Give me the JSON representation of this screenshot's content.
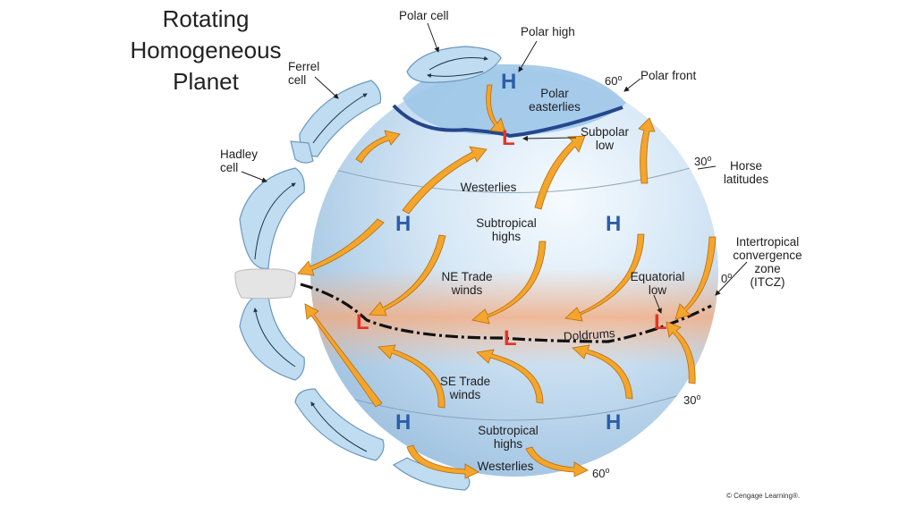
{
  "title": {
    "line1": "Rotating",
    "line2": "Homogeneous",
    "line3": "Planet"
  },
  "labels": {
    "polar_cell": "Polar cell",
    "polar_high": "Polar high",
    "polar_front": "Polar front",
    "ferrel_cell": [
      "Ferrel",
      "cell"
    ],
    "hadley_cell": [
      "Hadley",
      "cell"
    ],
    "polar_easterlies": [
      "Polar",
      "easterlies"
    ],
    "subpolar_low": [
      "Subpolar",
      "low"
    ],
    "horse_latitudes": [
      "Horse",
      "latitudes"
    ],
    "westerlies_north": "Westerlies",
    "subtropical_highs_north": [
      "Subtropical",
      "highs"
    ],
    "ne_trade_winds": [
      "NE Trade",
      "winds"
    ],
    "equatorial_low": [
      "Equatorial",
      "low"
    ],
    "itcz": [
      "Intertropical",
      "convergence",
      "zone",
      "(ITCZ)"
    ],
    "doldrums": "Doldrums",
    "se_trade_winds": [
      "SE Trade",
      "winds"
    ],
    "subtropical_highs_south": [
      "Subtropical",
      "highs"
    ],
    "westerlies_south": "Westerlies"
  },
  "latitudes": {
    "n60": "60",
    "n30": "30",
    "eq": "0",
    "s30": "30",
    "s60": "60",
    "degree_symbol": "o"
  },
  "pressure_marks": {
    "high": "H",
    "low": "L"
  },
  "credit": "© Cengage Learning®.",
  "colors": {
    "high": "#2c5ea8",
    "low": "#e53327",
    "wind_arrow": "#f4a52b",
    "cell": "#bfdcf0",
    "globe": "#c9def0",
    "equator_warm": "#f7b68c"
  }
}
